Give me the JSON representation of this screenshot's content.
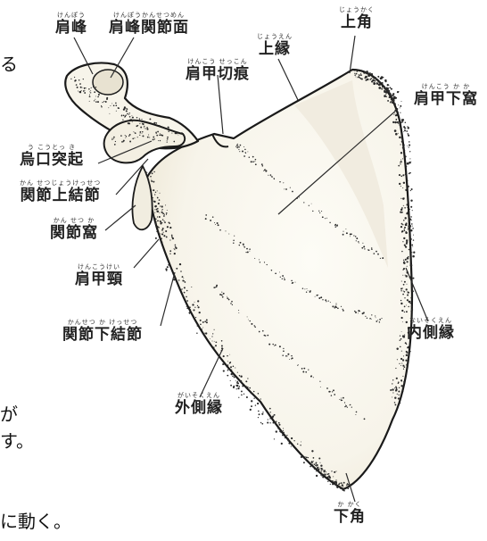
{
  "labels": {
    "acromion": {
      "ruby": "けんぽう",
      "text": "肩峰"
    },
    "acromial_facet": {
      "ruby": "けんぽうかんせつめん",
      "text": "肩峰関節面"
    },
    "superior_angle": {
      "ruby": "じょうかく",
      "text": "上角"
    },
    "superior_border": {
      "ruby": "じょうえん",
      "text": "上縁"
    },
    "scapular_notch": {
      "ruby": "けんこう せっこん",
      "text": "肩甲切痕"
    },
    "subscapular_fossa": {
      "ruby": "けんこう か か",
      "text": "肩甲下窩"
    },
    "coracoid": {
      "ruby": "う こうとっ き",
      "text": "烏口突起"
    },
    "supraglenoid": {
      "ruby": "かん せつじょうけっせつ",
      "text": "関節上結節"
    },
    "glenoid": {
      "ruby": "かん せつ か",
      "text": "関節窩"
    },
    "neck": {
      "ruby": "けんこうけい",
      "text": "肩甲頸"
    },
    "infraglenoid": {
      "ruby": "かんせつ か けっせつ",
      "text": "関節下結節"
    },
    "medial_border": {
      "ruby": "ないそくえん",
      "text": "内側縁"
    },
    "lateral_border": {
      "ruby": "がいそくえん",
      "text": "外側縁"
    },
    "inferior_angle": {
      "ruby": "か かく",
      "text": "下角"
    }
  },
  "edge_text": {
    "ru": "る",
    "ga": "が",
    "su": "す。",
    "ugoku": "に動く。"
  }
}
